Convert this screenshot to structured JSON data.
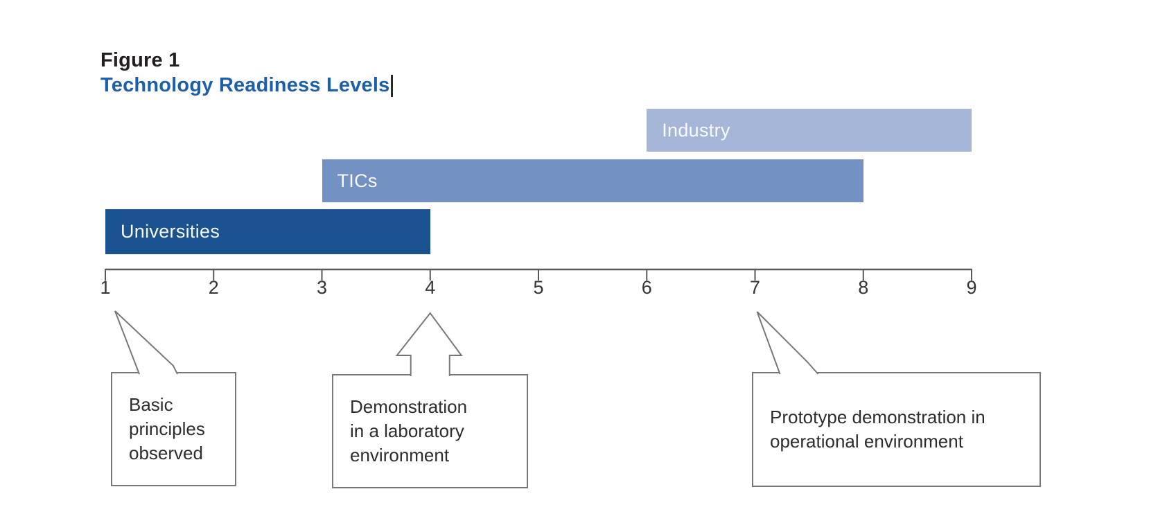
{
  "header": {
    "figure_label": "Figure 1",
    "title": "Technology Readiness Levels"
  },
  "chart_data": {
    "type": "bar",
    "orientation": "horizontal-range",
    "title": "Technology Readiness Levels",
    "xlim": [
      1,
      9
    ],
    "grid": false,
    "legend": "none",
    "axis": {
      "ticks": [
        1,
        2,
        3,
        4,
        5,
        6,
        7,
        8,
        9
      ]
    },
    "series": [
      {
        "name": "Industry",
        "start": 6,
        "end": 9,
        "color": "#a5b6d8"
      },
      {
        "name": "TICs",
        "start": 3,
        "end": 8,
        "color": "#7391c3"
      },
      {
        "name": "Universities",
        "start": 1,
        "end": 4,
        "color": "#1a5390"
      }
    ],
    "annotations": [
      {
        "anchor": 1,
        "text": "Basic\nprinciples\nobserved"
      },
      {
        "anchor": 4,
        "text": "Demonstration\nin a laboratory\nenvironment"
      },
      {
        "anchor": 7,
        "text": "Prototype demonstration in\noperational environment"
      }
    ]
  },
  "colors": {
    "title_black": "#231f20",
    "title_blue": "#1d5fa8",
    "axis": "#58595b",
    "callout_border": "#77787b",
    "bar_label": "#fafafc"
  }
}
